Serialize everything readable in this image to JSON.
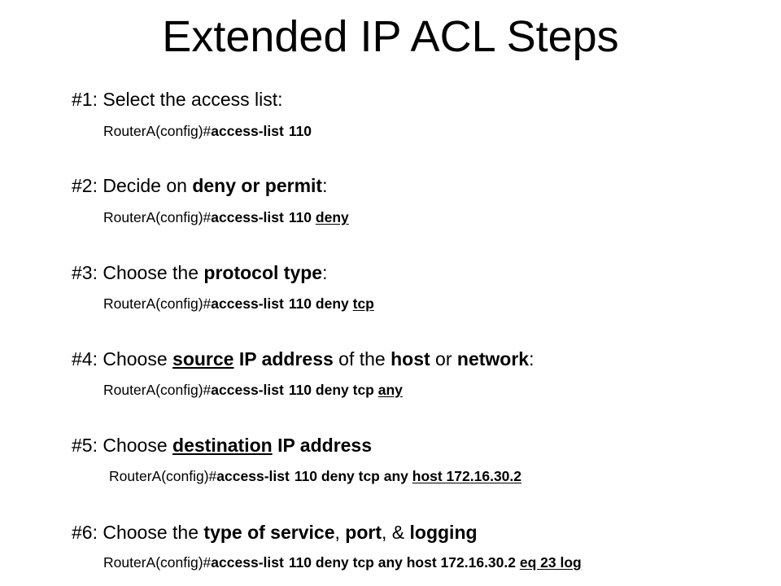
{
  "title": "Extended IP ACL Steps",
  "steps": [
    {
      "heading": {
        "a": "#1: Select the access list:"
      },
      "cmd": {
        "prompt": "RouterA(config)#",
        "keyword": "access-list",
        "rest": "110"
      }
    },
    {
      "heading": {
        "a": "#2: Decide on ",
        "b": "deny or permit",
        "c": ":"
      },
      "cmd": {
        "prompt": "RouterA(config)#",
        "keyword": "access-list",
        "rest": "110 ",
        "new": "deny"
      }
    },
    {
      "heading": {
        "a": "#3: Choose the ",
        "b": "protocol type",
        "c": ":"
      },
      "cmd": {
        "prompt": "RouterA(config)#",
        "keyword": "access-list",
        "rest": "110 deny ",
        "new": "tcp"
      }
    },
    {
      "heading": {
        "a": "#4: Choose ",
        "u": "source",
        "b": " IP address",
        "c": " of the ",
        "d": "host",
        "e": " or ",
        "f": "network",
        "g": ":"
      },
      "cmd": {
        "prompt": "RouterA(config)#",
        "keyword": "access-list",
        "rest": "110 deny tcp ",
        "new": "any"
      }
    },
    {
      "heading": {
        "a": "#5: Choose ",
        "u": "destination",
        "b": " IP address"
      },
      "cmd": {
        "prompt": "RouterA(config)#",
        "keyword": "access-list",
        "rest": "110 deny tcp any ",
        "new": "host 172.16.30.2"
      }
    },
    {
      "heading": {
        "a": "#6: Choose the ",
        "b": "type of service",
        "c": ", ",
        "d": "port",
        "e": ", & ",
        "f": "logging"
      },
      "cmd": {
        "prompt": "RouterA(config)#",
        "keyword": "access-list",
        "rest": "110 deny tcp any host 172.16.30.2 ",
        "new": "eq 23 log"
      }
    }
  ]
}
